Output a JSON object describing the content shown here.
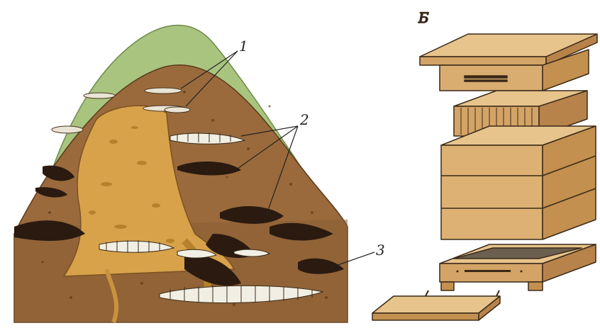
{
  "figure": {
    "panel_letter": "Б",
    "labels": [
      "1",
      "2",
      "3"
    ],
    "colors": {
      "grass": "#a9c47f",
      "soil": "#9a6a3c",
      "soil_dark": "#6e4524",
      "trunk": "#d7a24a",
      "trunk_dark": "#b7802c",
      "chamber": "#2a1a10",
      "larvae": "#f1efe4",
      "wood_light": "#e7c48c",
      "wood": "#d4a466",
      "wood_dark": "#b7834a",
      "outline": "#3a2a18"
    }
  }
}
